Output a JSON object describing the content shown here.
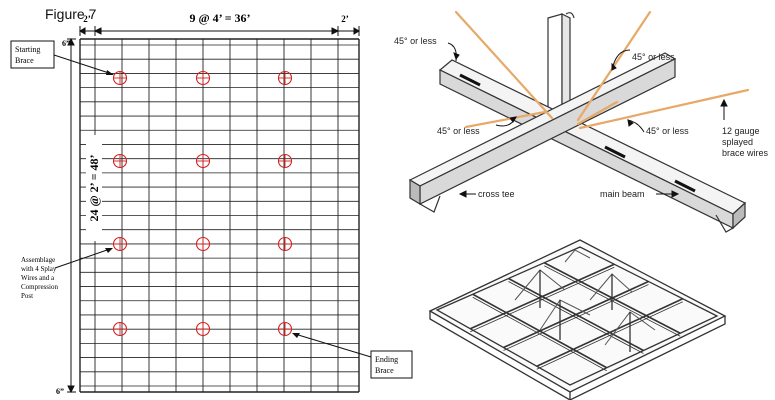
{
  "figure_label": "Figure 7",
  "plan": {
    "span_label": "9 @ 4’ = 36’",
    "vertical_label": "24 @ 2’ = 48’",
    "edge_top_left": "2’",
    "edge_top_right": "2’",
    "edge_left_top": "6”",
    "edge_left_bottom": "6”",
    "callouts": {
      "starting": [
        "Starting",
        "Brace"
      ],
      "assemblage": [
        "Assemblage",
        "with 4 Splay",
        "Wires and a",
        "Compression",
        "Post"
      ],
      "ending": [
        "Ending",
        "Brace"
      ]
    },
    "grid": {
      "columns": 9,
      "rows": 24,
      "brace_rows": 4,
      "brace_cols": 3
    },
    "colors": {
      "grid": "#222222",
      "brace": "#d42020"
    }
  },
  "detail": {
    "labels": {
      "angle_top_left": "45° or less",
      "angle_top_right": "45° or less",
      "angle_mid_left": "45° or less",
      "angle_mid_right": "45° or less",
      "wires": [
        "12 gauge",
        "splayed",
        "brace wires"
      ],
      "cross_tee": "cross tee",
      "main_beam": "main beam"
    },
    "colors": {
      "wire": "#e8a868",
      "metal": "#333333"
    }
  }
}
